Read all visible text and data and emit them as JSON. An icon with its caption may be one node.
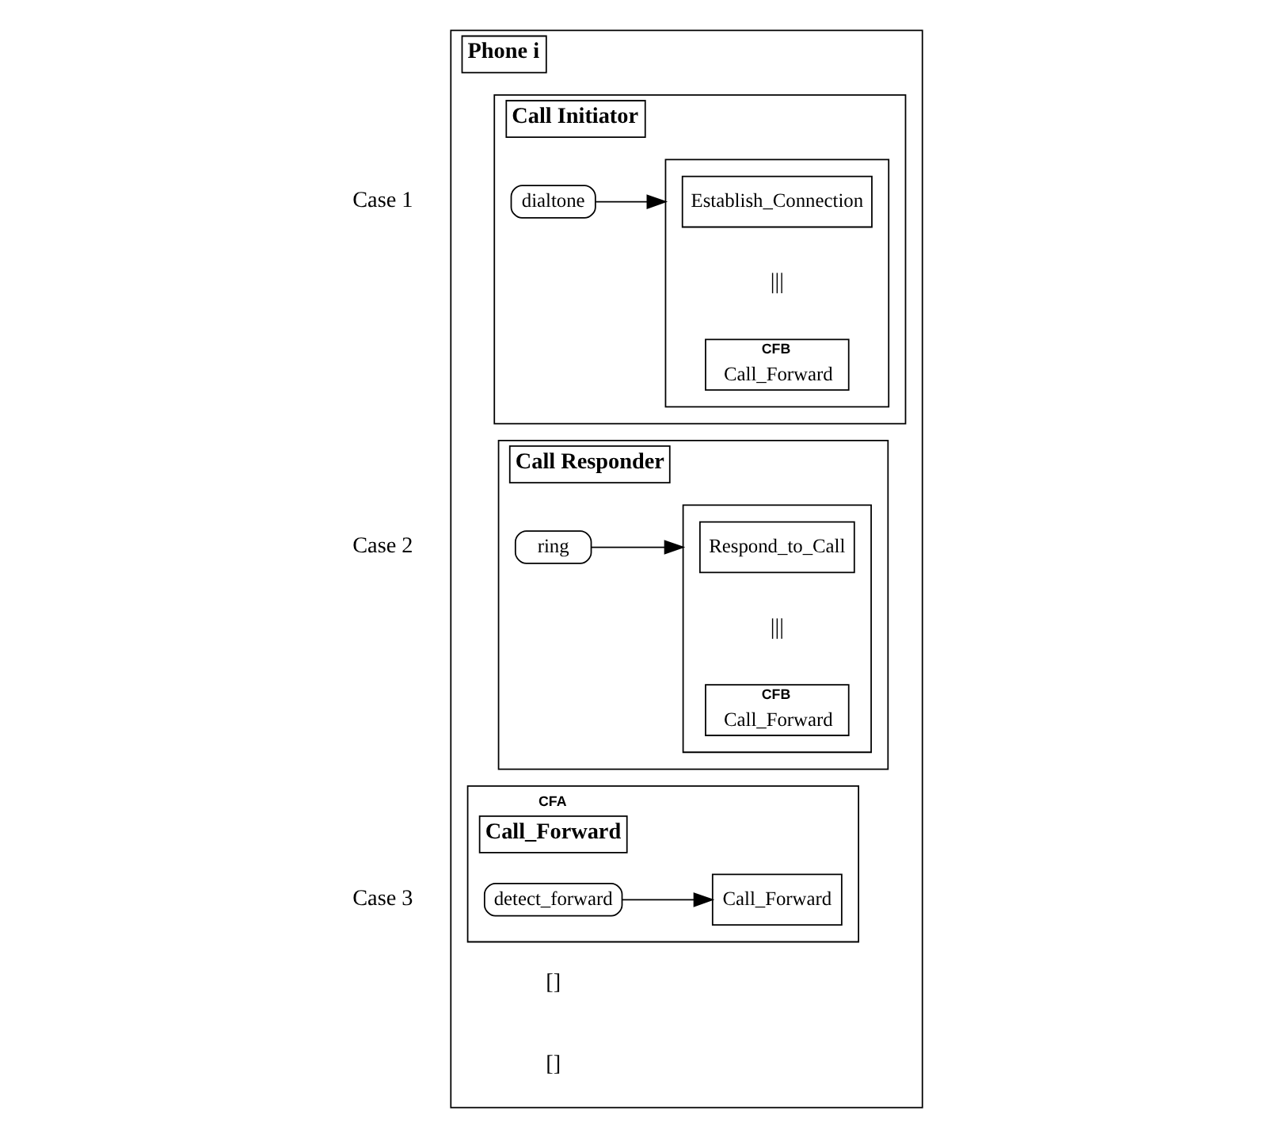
{
  "diagram": {
    "nodes": [
      {
        "text": [
          "Phone i"
        ]
      },
      {
        "text": [
          "Call Initiator"
        ],
        "in": 0
      },
      {
        "text": [
          "dialtone"
        ],
        "in": 1
      },
      {
        "text": [],
        "shape": "box",
        "in": 1
      },
      {
        "text": [
          "Establish_Connection"
        ],
        "in": 3
      },
      {
        "text": [
          "CFB",
          "Call_Forward"
        ],
        "in": 3
      },
      {
        "text": [
          "Call Responder"
        ],
        "in": 0
      },
      {
        "text": [
          "ring"
        ],
        "in": 6
      },
      {
        "text": [],
        "shape": "box",
        "in": 6
      },
      {
        "text": [
          "Respond_to_Call"
        ],
        "in": 8
      },
      {
        "text": [
          "CFB",
          "Call_Forward"
        ],
        "in": 8
      },
      {
        "text": [
          "CFA",
          "Call_Forward"
        ],
        "in": 0
      },
      {
        "text": [
          "detect_forward"
        ],
        "in": 11
      },
      {
        "text": [
          "Call_Forward"
        ],
        "in": 11
      }
    ],
    "edges": [
      {
        "from": 2,
        "to": 3,
        "arrow": "to"
      },
      {
        "from": 7,
        "to": 8,
        "arrow": "to"
      },
      {
        "from": 12,
        "to": 13,
        "arrow": "to"
      }
    ],
    "labels": [
      "Case 1",
      "|||",
      "[]",
      "Case 2",
      "|||",
      "[]",
      "Case 3"
    ]
  }
}
